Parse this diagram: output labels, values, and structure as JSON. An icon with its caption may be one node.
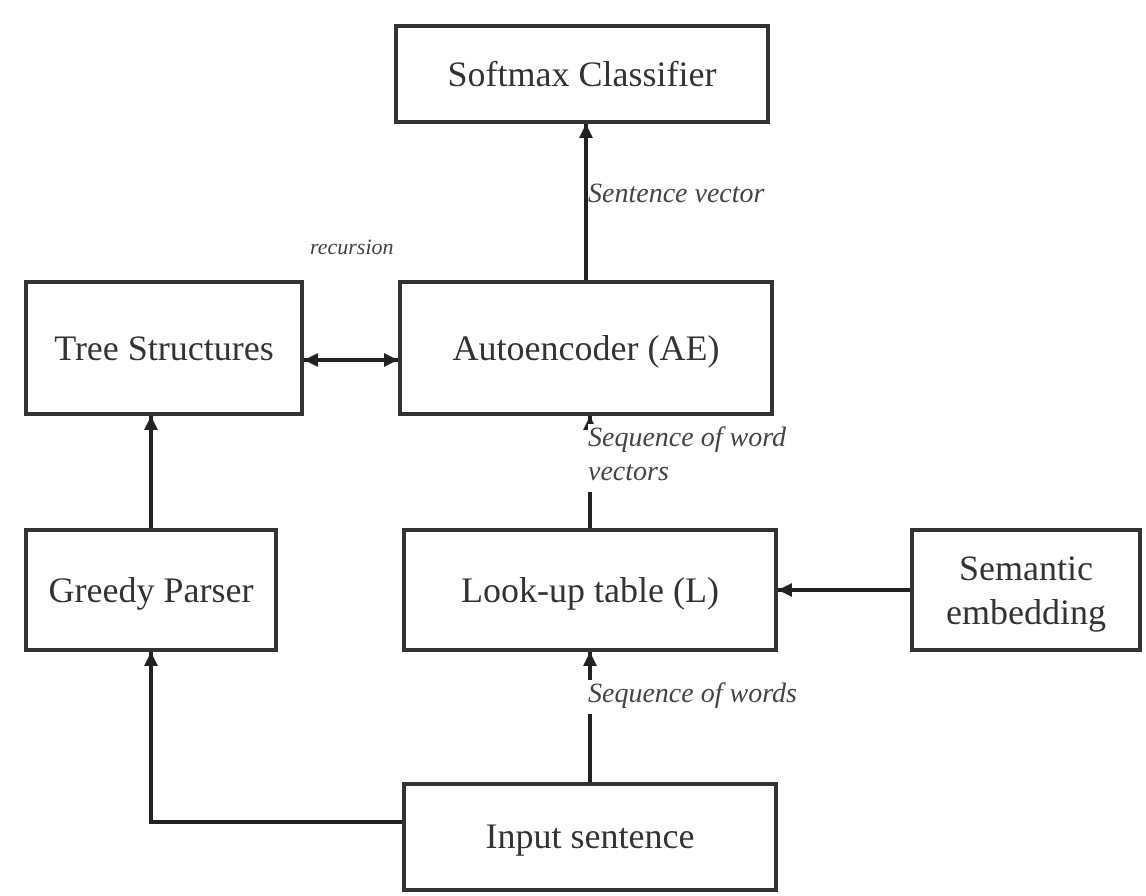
{
  "diagram": {
    "nodes": [
      {
        "text": [
          "Softmax Classifier"
        ]
      },
      {
        "text": [
          "Tree Structures"
        ]
      },
      {
        "text": [
          "Autoencoder (AE)"
        ]
      },
      {
        "text": [
          "Greedy Parser"
        ]
      },
      {
        "text": [
          "Look-up table (L)"
        ]
      },
      {
        "text": [
          "Semantic embedding"
        ]
      },
      {
        "text": [
          "Input sentence"
        ]
      }
    ],
    "edges": [
      {
        "from": 2,
        "to": 0,
        "arrow": "to",
        "label": "Sentence vector"
      },
      {
        "from": 1,
        "to": 2,
        "arrow": "both",
        "label": "recursion"
      },
      {
        "from": 3,
        "to": 1,
        "arrow": "to"
      },
      {
        "from": 4,
        "to": 2,
        "arrow": "to",
        "label": "Sequence of word vectors"
      },
      {
        "from": 5,
        "to": 4,
        "arrow": "to"
      },
      {
        "from": 6,
        "to": 4,
        "arrow": "to",
        "label": "Sequence of words"
      },
      {
        "from": 6,
        "to": 3,
        "arrow": "to"
      }
    ]
  }
}
